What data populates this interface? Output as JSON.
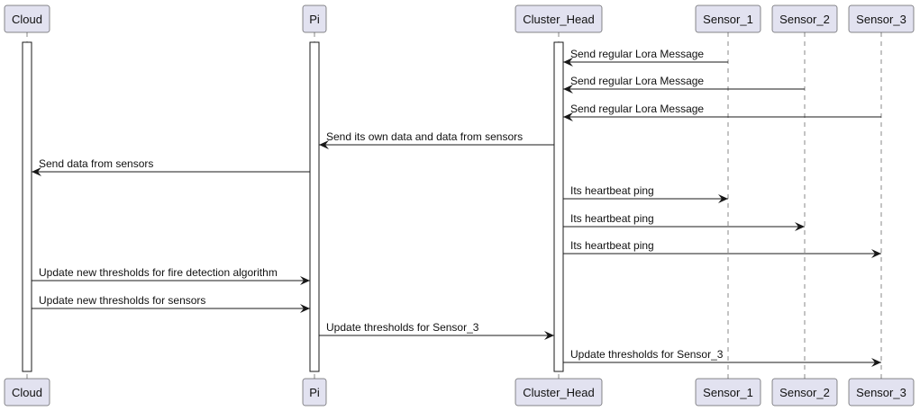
{
  "colors": {
    "participant_fill": "#E2E2F0",
    "participant_stroke": "#181818",
    "lifeline": "#8a8a8a",
    "activation_fill": "#FFFFFF",
    "arrow": "#181818",
    "text": "#111111"
  },
  "participants": [
    {
      "id": "cloud",
      "label": "Cloud"
    },
    {
      "id": "pi",
      "label": "Pi"
    },
    {
      "id": "cluster_head",
      "label": "Cluster_Head"
    },
    {
      "id": "sensor_1",
      "label": "Sensor_1"
    },
    {
      "id": "sensor_2",
      "label": "Sensor_2"
    },
    {
      "id": "sensor_3",
      "label": "Sensor_3"
    }
  ],
  "messages": [
    {
      "from": "sensor_1",
      "to": "cluster_head",
      "label": "Send regular Lora Message"
    },
    {
      "from": "sensor_2",
      "to": "cluster_head",
      "label": "Send regular Lora Message"
    },
    {
      "from": "sensor_3",
      "to": "cluster_head",
      "label": "Send regular Lora Message"
    },
    {
      "from": "cluster_head",
      "to": "pi",
      "label": "Send its own data and data from sensors"
    },
    {
      "from": "pi",
      "to": "cloud",
      "label": "Send data from sensors"
    },
    {
      "from": "cluster_head",
      "to": "sensor_1",
      "label": "Its heartbeat ping"
    },
    {
      "from": "cluster_head",
      "to": "sensor_2",
      "label": "Its heartbeat ping"
    },
    {
      "from": "cluster_head",
      "to": "sensor_3",
      "label": "Its heartbeat ping"
    },
    {
      "from": "cloud",
      "to": "pi",
      "label": "Update new thresholds for fire detection algorithm"
    },
    {
      "from": "cloud",
      "to": "pi",
      "label": "Update new thresholds for sensors"
    },
    {
      "from": "pi",
      "to": "cluster_head",
      "label": "Update thresholds for Sensor_3"
    },
    {
      "from": "cluster_head",
      "to": "sensor_3",
      "label": "Update thresholds for Sensor_3"
    }
  ]
}
